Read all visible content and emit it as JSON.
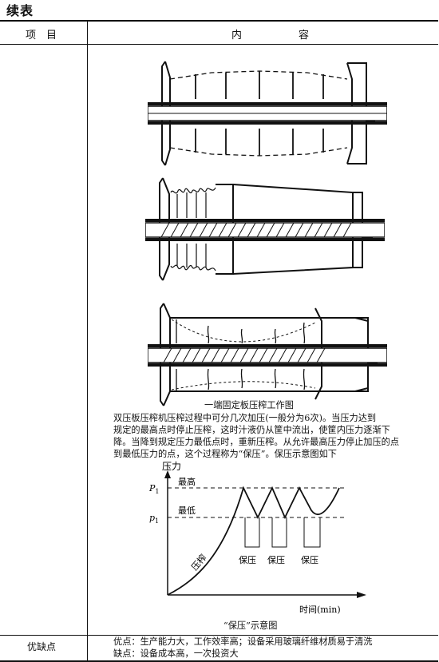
{
  "page_heading": "续表",
  "table": {
    "header_item": "项　目",
    "header_content_1": "内",
    "header_content_2": "容",
    "press_figure_caption": "一端固定板压榨工作图",
    "paragraph_lines": [
      "双压板压榨机压榨过程中可分几次加压(一般分为6次)。当压力达到",
      "规定的最高点时停止压榨，这时汁液仍从筐中流出，使筐内压力逐渐下",
      "降。当降到规定压力最低点时，重新压榨。从允许最高压力停止加压的点",
      "到最低压力的点，这个过程称为“保压”。保压示意图如下"
    ],
    "chart_caption": "“保压”示意图",
    "footer_label": "优缺点",
    "footer_lines": [
      "优点：生产能力大，工作效率高；设备采用玻璃纤维材质易于清洗",
      "缺点：设备成本高，一次投资大"
    ]
  },
  "chart_data": {
    "type": "line",
    "ylabel": "压力",
    "xlabel": "时间(min)",
    "y_reference_lines": [
      {
        "symbol": "P",
        "subscript": "1",
        "label": "最高"
      },
      {
        "symbol": "p",
        "subscript": "1",
        "label": "最低"
      }
    ],
    "curve_label": "压榨",
    "hold_labels": [
      "保压",
      "保压",
      "保压"
    ]
  }
}
